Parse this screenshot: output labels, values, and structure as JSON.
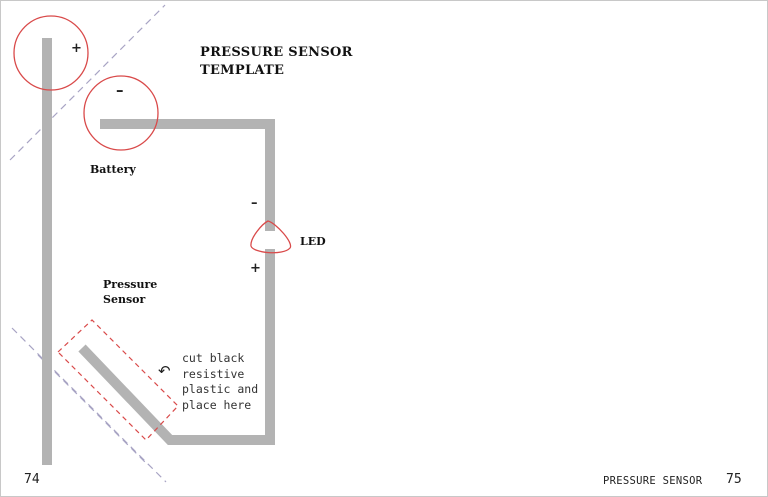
{
  "page": {
    "title_line1": "PRESSURE SENSOR",
    "title_line2": "TEMPLATE",
    "left_page_number": "74",
    "right_page_number": "75",
    "running_footer": "PRESSURE SENSOR"
  },
  "labels": {
    "battery": "Battery",
    "led": "LED",
    "pressure_line1": "Pressure",
    "pressure_line2": "Sensor",
    "battery_plus": "+",
    "battery_minus": "–",
    "led_minus": "–",
    "led_plus": "+"
  },
  "instruction": {
    "arrow": "↶",
    "line1": "cut black",
    "line2": "resistive",
    "line3": "plastic and",
    "line4": "place here"
  },
  "colors": {
    "trace": "#b3b3b3",
    "marker": "#d94a4a",
    "guide": "#a8a4c4"
  }
}
